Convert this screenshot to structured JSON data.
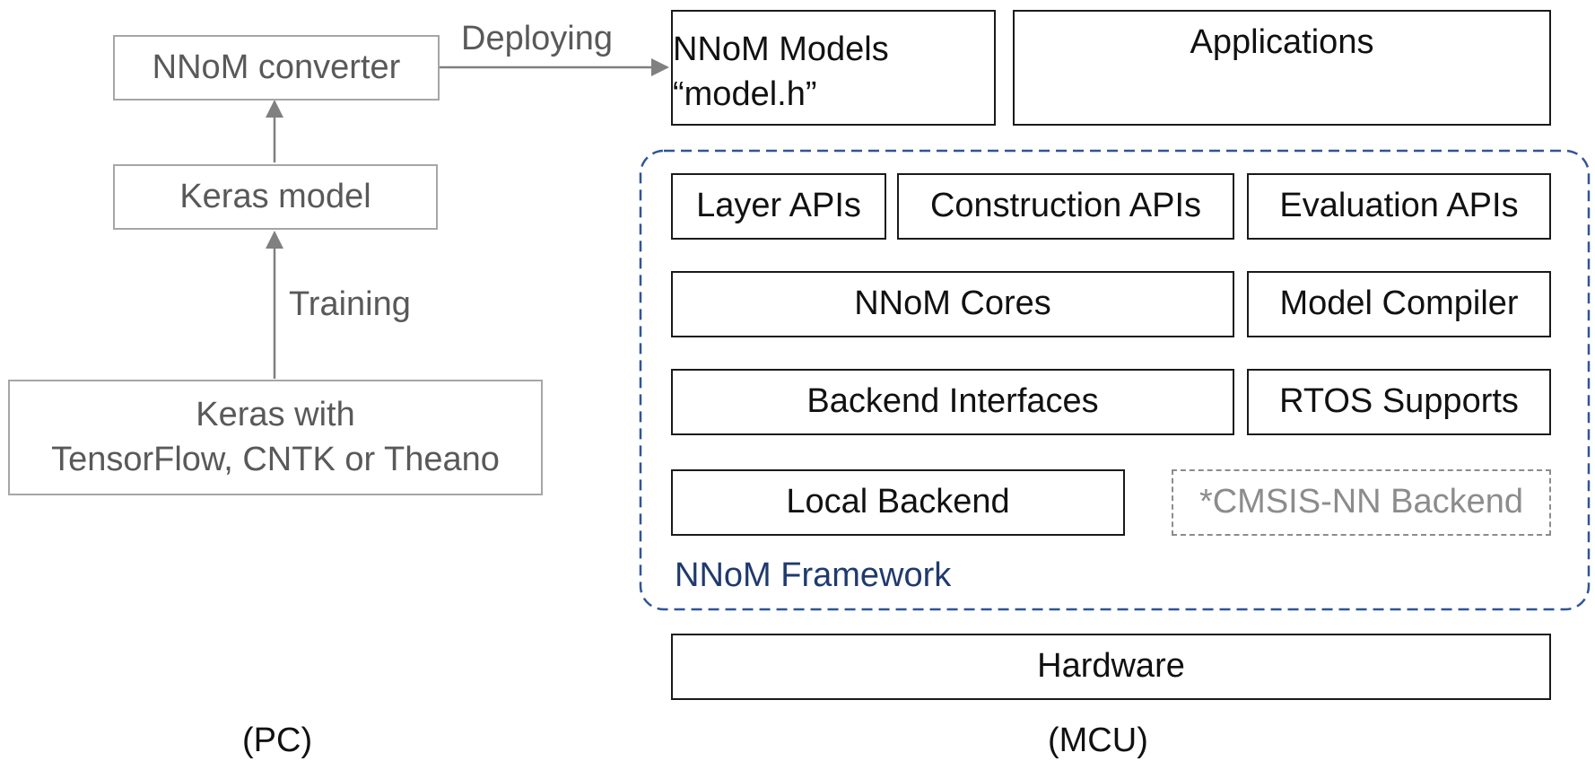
{
  "pc": {
    "converter": "NNoM converter",
    "keras_model": "Keras model",
    "keras_with": {
      "line1": "Keras with",
      "line2": "TensorFlow, CNTK or Theano"
    },
    "training_label": "Training",
    "deploying_label": "Deploying",
    "caption": "(PC)"
  },
  "mcu": {
    "models": {
      "line1": "NNoM Models",
      "line2": "“model.h”"
    },
    "applications": "Applications",
    "framework": {
      "title": "NNoM Framework",
      "layer_apis": "Layer APIs",
      "construction_apis": "Construction APIs",
      "evaluation_apis": "Evaluation APIs",
      "cores": "NNoM Cores",
      "model_compiler": "Model Compiler",
      "backend_interfaces": "Backend Interfaces",
      "rtos_supports": "RTOS Supports",
      "local_backend": "Local Backend",
      "cmsis_backend": "*CMSIS-NN Backend"
    },
    "hardware": "Hardware",
    "caption": "(MCU)"
  },
  "colors": {
    "pc_border": "#a6a6a6",
    "pc_text": "#595959",
    "mcu_border": "#1a1a1a",
    "framework_border": "#2f5597",
    "framework_title": "#1f3a6e",
    "arrow": "#808080"
  }
}
